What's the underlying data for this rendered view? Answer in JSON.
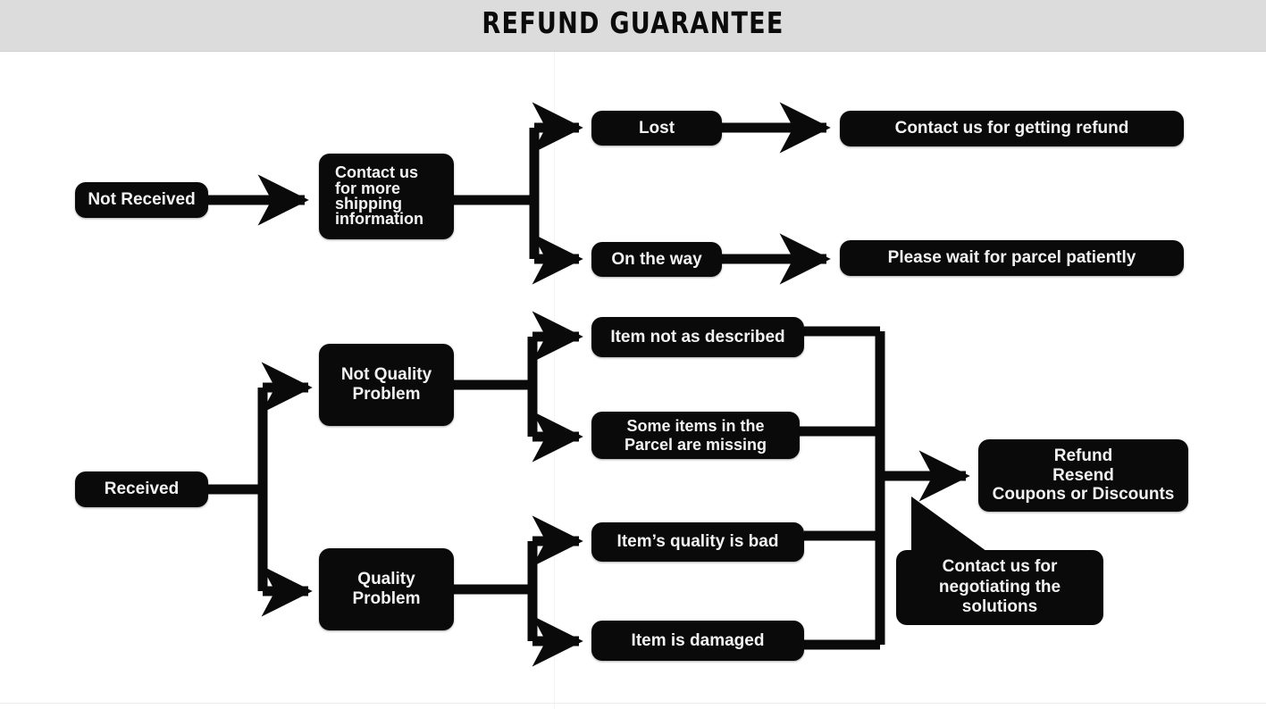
{
  "header": {
    "title": "REFUND GUARANTEE",
    "background_color": "#dcdcdc"
  },
  "theme": {
    "node_fill": "#0a0a0a",
    "node_text": "#f2f2f2",
    "connector_color": "#0a0a0a",
    "page_background": "#ffffff"
  },
  "diagram": {
    "type": "flowchart",
    "nodes": {
      "not_received": "Not Received",
      "shipping_info": "Contact us\nfor more\nshipping\ninformation",
      "shipping_info_lines": [
        "Contact us",
        "for more",
        "shipping",
        "information"
      ],
      "lost": "Lost",
      "on_the_way": "On the way",
      "contact_refund": "Contact us for getting refund",
      "wait_parcel": "Please wait for parcel patiently",
      "received": "Received",
      "not_quality_problem": "Not Quality\nProblem",
      "not_quality_problem_lines": [
        "Not Quality",
        "Problem"
      ],
      "quality_problem": "Quality\nProblem",
      "quality_problem_lines": [
        "Quality",
        "Problem"
      ],
      "item_not_described": "Item not as described",
      "items_missing": "Some items in the\nParcel are missing",
      "items_missing_lines": [
        "Some items in the",
        "Parcel are missing"
      ],
      "quality_bad": "Item’s quality is bad",
      "item_damaged": "Item is damaged",
      "resolution": "Refund\nResend\nCoupons or Discounts",
      "resolution_lines": [
        "Refund",
        "Resend",
        "Coupons or Discounts"
      ],
      "callout": "Contact us for\nnegotiating the\nsolutions",
      "callout_lines": [
        "Contact us for",
        "negotiating the",
        "solutions"
      ]
    },
    "edges": [
      {
        "from": "not_received",
        "to": "shipping_info"
      },
      {
        "from": "shipping_info",
        "to": "lost"
      },
      {
        "from": "shipping_info",
        "to": "on_the_way"
      },
      {
        "from": "lost",
        "to": "contact_refund"
      },
      {
        "from": "on_the_way",
        "to": "wait_parcel"
      },
      {
        "from": "received",
        "to": "not_quality_problem"
      },
      {
        "from": "received",
        "to": "quality_problem"
      },
      {
        "from": "not_quality_problem",
        "to": "item_not_described"
      },
      {
        "from": "not_quality_problem",
        "to": "items_missing"
      },
      {
        "from": "quality_problem",
        "to": "quality_bad"
      },
      {
        "from": "quality_problem",
        "to": "item_damaged"
      },
      {
        "from": "item_not_described",
        "to": "resolution"
      },
      {
        "from": "items_missing",
        "to": "resolution"
      },
      {
        "from": "quality_bad",
        "to": "resolution"
      },
      {
        "from": "item_damaged",
        "to": "resolution"
      }
    ]
  }
}
